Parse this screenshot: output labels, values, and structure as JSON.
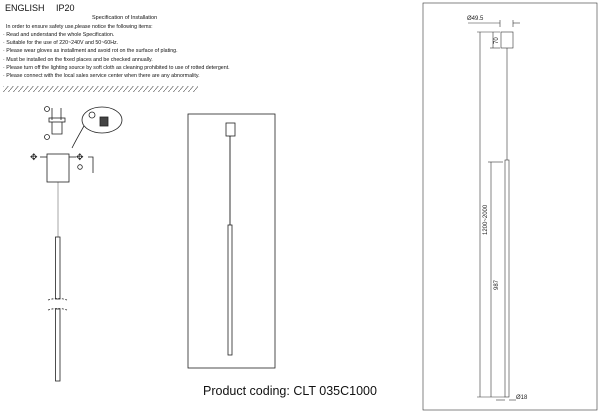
{
  "header": {
    "language": "ENGLISH",
    "ip_rating": "IP20"
  },
  "spec": {
    "title": "Specification of Installation",
    "intro": "In order to ensure safety use,please notice the following items:",
    "items": [
      "· Read and understand the whole Specification.",
      "· Suitable for the use of 220~240V and 50~60Hz.",
      "· Please wear gloves as installment and avoid rot on the surface of plating.",
      "· Must be installed on the fixed places and be checked annually.",
      "· Please turn off the lighting source by soft cloth as cleaning prohibited to use of rotted detergent.",
      "· Please connect with the local sales service center when there are any abnormality."
    ]
  },
  "product_coding": "Product coding: CLT 035C1000",
  "dimensions": {
    "canopy_diameter": "Ø49.5",
    "canopy_height": "70",
    "total_height": "1200~2000",
    "tube_length": "987",
    "tube_diameter": "Ø18"
  }
}
